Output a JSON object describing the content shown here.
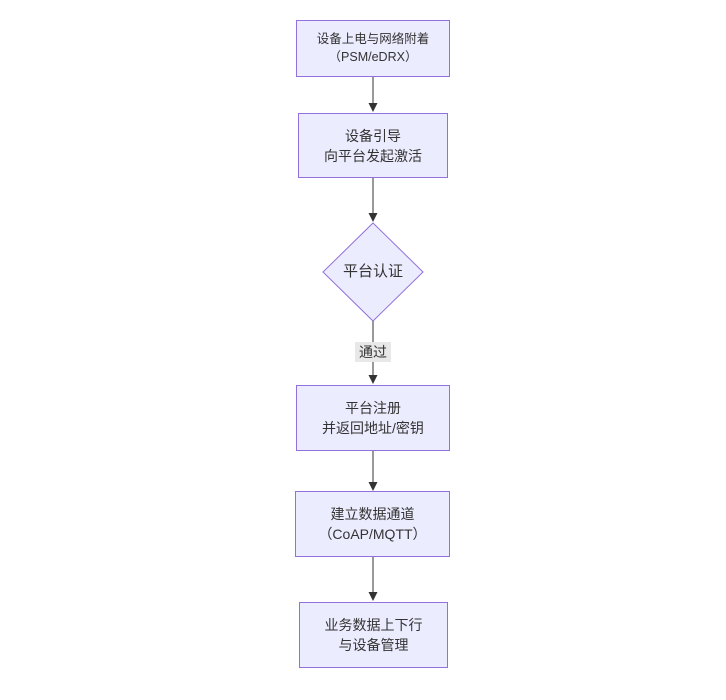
{
  "background": "#ffffff",
  "palette": {
    "node_fill": "#ececff",
    "node_border": "#9370db",
    "text_color": "#333333",
    "arrow_color": "#333333",
    "edge_label_bg": "#e8e8e8"
  },
  "flowchart": {
    "nodes": [
      {
        "id": "power-network-attach",
        "shape": "rect",
        "lines": [
          "设备上电与网络附着",
          "（PSM/eDRX）"
        ]
      },
      {
        "id": "device-bootstrap",
        "shape": "rect",
        "lines": [
          "设备引导",
          "向平台发起激活"
        ]
      },
      {
        "id": "platform-auth",
        "shape": "diamond",
        "lines": [
          "平台认证"
        ]
      },
      {
        "id": "platform-register",
        "shape": "rect",
        "lines": [
          "平台注册",
          "并返回地址/密钥"
        ]
      },
      {
        "id": "data-channel",
        "shape": "rect",
        "lines": [
          "建立数据通道",
          "（CoAP/MQTT）"
        ]
      },
      {
        "id": "business-data",
        "shape": "rect",
        "lines": [
          "业务数据上下行",
          "与设备管理"
        ]
      }
    ],
    "edges": [
      {
        "from": "power-network-attach",
        "to": "device-bootstrap",
        "label": ""
      },
      {
        "from": "device-bootstrap",
        "to": "platform-auth",
        "label": ""
      },
      {
        "from": "platform-auth",
        "to": "platform-register",
        "label": "通过"
      },
      {
        "from": "platform-register",
        "to": "data-channel",
        "label": ""
      },
      {
        "from": "data-channel",
        "to": "business-data",
        "label": ""
      }
    ]
  }
}
